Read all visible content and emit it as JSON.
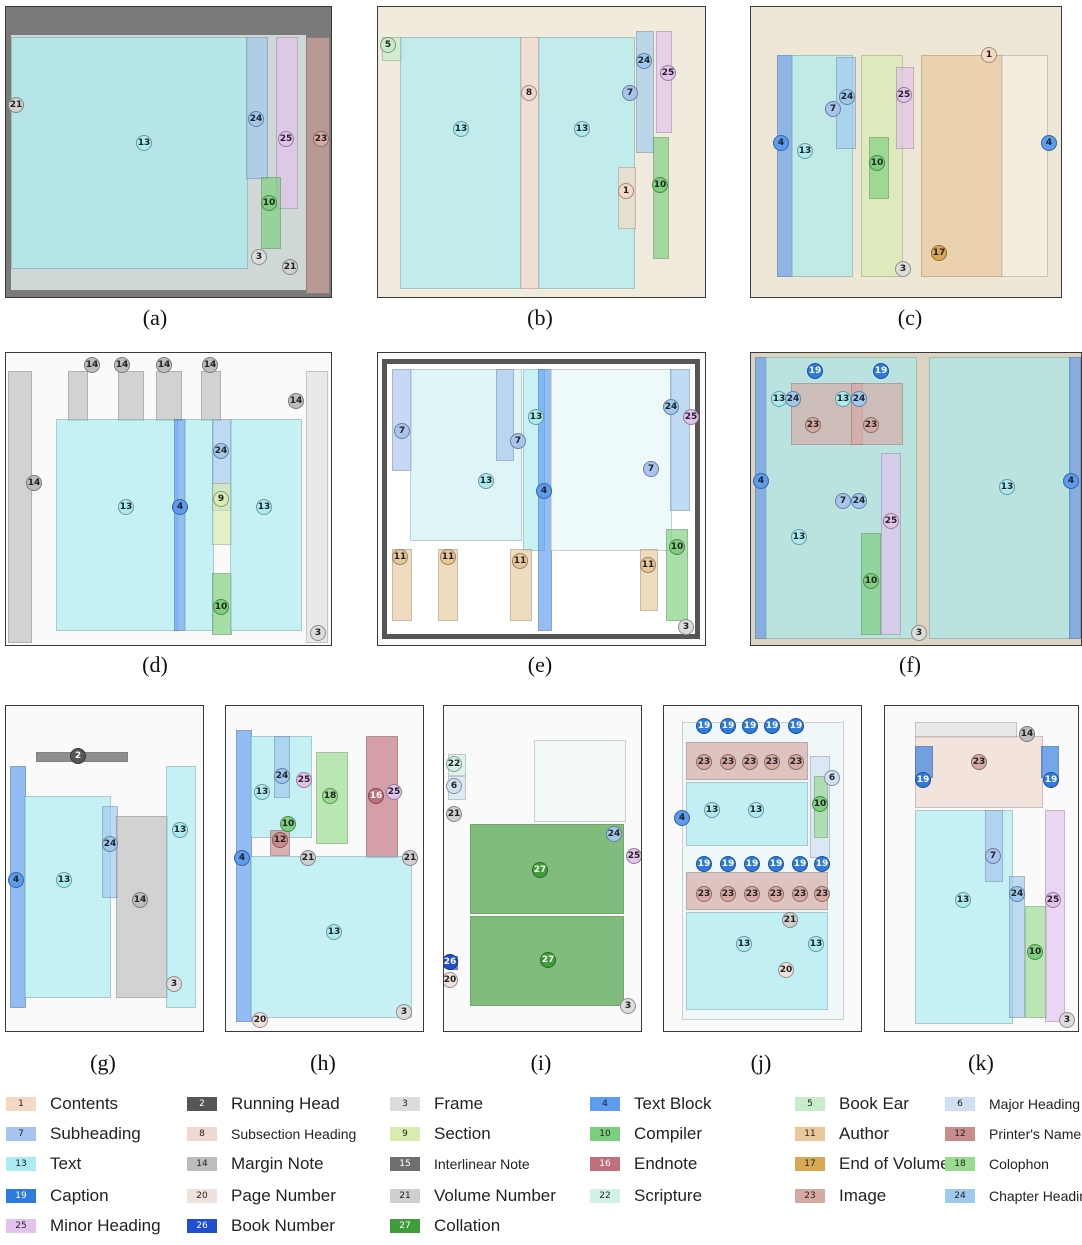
{
  "panels": [
    {
      "label": "(a)",
      "badges": [
        "21",
        "13",
        "24",
        "25",
        "10",
        "3",
        "21",
        "23"
      ]
    },
    {
      "label": "(b)",
      "badges": [
        "5",
        "13",
        "8",
        "13",
        "24",
        "7",
        "25",
        "1",
        "10"
      ]
    },
    {
      "label": "(c)",
      "badges": [
        "1",
        "4",
        "24",
        "7",
        "13",
        "25",
        "10",
        "17",
        "3",
        "4"
      ]
    },
    {
      "label": "(d)",
      "badges": [
        "14",
        "14",
        "14",
        "14",
        "14",
        "14",
        "13",
        "4",
        "13",
        "24",
        "9",
        "10",
        "3"
      ]
    },
    {
      "label": "(e)",
      "badges": [
        "7",
        "13",
        "7",
        "13",
        "24",
        "25",
        "7",
        "11",
        "11",
        "11",
        "11",
        "10",
        "4",
        "3"
      ]
    },
    {
      "label": "(f)",
      "badges": [
        "4",
        "19",
        "19",
        "13",
        "24",
        "13",
        "24",
        "23",
        "23",
        "13",
        "13",
        "7",
        "24",
        "25",
        "10",
        "3",
        "4"
      ]
    },
    {
      "label": "(g)",
      "badges": [
        "2",
        "4",
        "13",
        "24",
        "13",
        "14",
        "3"
      ]
    },
    {
      "label": "(h)",
      "badges": [
        "4",
        "24",
        "25",
        "13",
        "18",
        "16",
        "25",
        "10",
        "12",
        "21",
        "21",
        "13",
        "20",
        "3"
      ]
    },
    {
      "label": "(i)",
      "badges": [
        "22",
        "6",
        "21",
        "24",
        "25",
        "27",
        "27",
        "26",
        "20",
        "3"
      ]
    },
    {
      "label": "(j)",
      "badges": [
        "19",
        "19",
        "19",
        "19",
        "19",
        "23",
        "23",
        "23",
        "23",
        "23",
        "6",
        "10",
        "4",
        "13",
        "13",
        "19",
        "19",
        "19",
        "19",
        "19",
        "19",
        "23",
        "23",
        "23",
        "23",
        "23",
        "23",
        "21",
        "13",
        "13",
        "20"
      ]
    },
    {
      "label": "(k)",
      "badges": [
        "14",
        "23",
        "19",
        "19",
        "7",
        "24",
        "13",
        "25",
        "10",
        "3"
      ]
    }
  ],
  "legend": [
    {
      "num": "1",
      "label": "Contents",
      "color": "#f5d9c4"
    },
    {
      "num": "2",
      "label": "Running Head",
      "color": "#555555"
    },
    {
      "num": "3",
      "label": "Frame",
      "color": "#dcdcdc"
    },
    {
      "num": "4",
      "label": "Text Block",
      "color": "#5b9bf0"
    },
    {
      "num": "5",
      "label": "Book Ear",
      "color": "#c6ecc9"
    },
    {
      "num": "6",
      "label": "Major Heading",
      "color": "#cfe0f2"
    },
    {
      "num": "7",
      "label": "Subheading",
      "color": "#a8c4ee"
    },
    {
      "num": "8",
      "label": "Subsection Heading",
      "color": "#f0d7cf"
    },
    {
      "num": "9",
      "label": "Section",
      "color": "#d8ecb0"
    },
    {
      "num": "10",
      "label": "Compiler",
      "color": "#7ccf7c"
    },
    {
      "num": "11",
      "label": "Author",
      "color": "#e8c89a"
    },
    {
      "num": "12",
      "label": "Printer's Name",
      "color": "#c98b8b"
    },
    {
      "num": "13",
      "label": "Text",
      "color": "#a9ecf2"
    },
    {
      "num": "14",
      "label": "Margin Note",
      "color": "#bdbdbd"
    },
    {
      "num": "15",
      "label": "Interlinear Note",
      "color": "#6f6f6f"
    },
    {
      "num": "16",
      "label": "Endnote",
      "color": "#c0707a"
    },
    {
      "num": "17",
      "label": "End of Volume",
      "color": "#d9a852"
    },
    {
      "num": "18",
      "label": "Colophon",
      "color": "#98dc8e"
    },
    {
      "num": "19",
      "label": "Caption",
      "color": "#2e7be0"
    },
    {
      "num": "20",
      "label": "Page Number",
      "color": "#eee0da"
    },
    {
      "num": "21",
      "label": "Volume Number",
      "color": "#cfcfcf"
    },
    {
      "num": "22",
      "label": "Scripture",
      "color": "#d2f2e6"
    },
    {
      "num": "23",
      "label": "Image",
      "color": "#d6a9a3"
    },
    {
      "num": "24",
      "label": "Chapter Heading",
      "color": "#9ec9ee"
    },
    {
      "num": "25",
      "label": "Minor Heading",
      "color": "#e3c2ee"
    },
    {
      "num": "26",
      "label": "Book Number",
      "color": "#1f4fd0"
    },
    {
      "num": "27",
      "label": "Collation",
      "color": "#3f9e3a"
    }
  ]
}
